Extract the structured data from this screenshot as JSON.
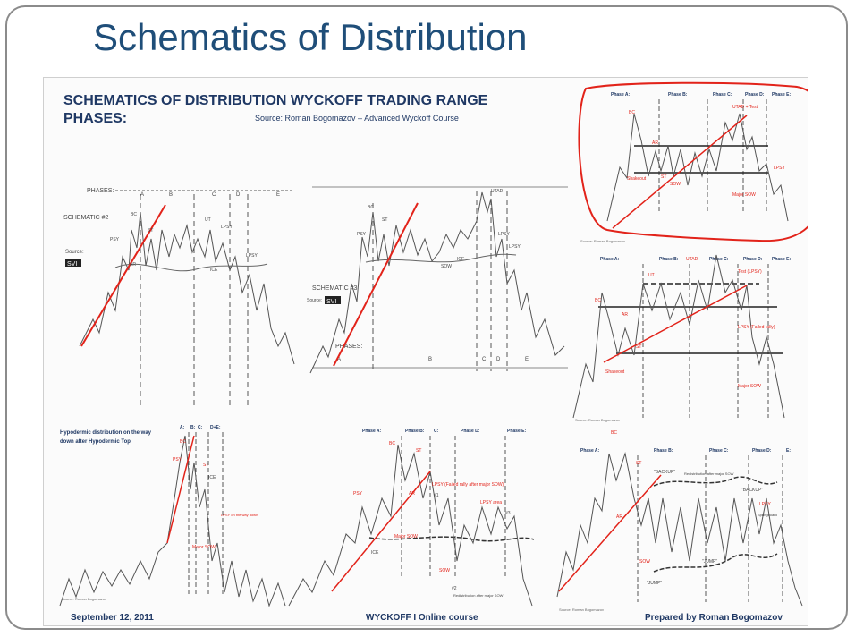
{
  "slide": {
    "title": "Schematics of Distribution"
  },
  "poster": {
    "heading_line1": "SCHEMATICS OF DISTRIBUTION WYCKOFF TRADING RANGE",
    "heading_line2": "PHASES:",
    "source": "Source: Roman Bogomazov – Advanced Wyckoff Course",
    "footer_left": "September 12, 2011",
    "footer_center": "WYCKOFF I Online course",
    "footer_right": "Prepared by Roman Bogomazov"
  },
  "panels": {
    "schematic2": {
      "title": "SCHEMATIC #2",
      "phases_label": "PHASES:",
      "phase_letters": [
        "A",
        "B",
        "C",
        "D",
        "E"
      ],
      "source": "Source:",
      "logo": "SVI",
      "labels": [
        "PSY",
        "BC",
        "AR",
        "ST",
        "UT",
        "LPSY",
        "ICE",
        "LPSY"
      ]
    },
    "schematic3": {
      "title": "SCHEMATIC #3",
      "phases_label": "PHASES:",
      "phase_letters": [
        "A",
        "B",
        "C",
        "D",
        "E"
      ],
      "source": "Source:",
      "logo": "SVI",
      "labels": [
        "PSY",
        "BC",
        "ST",
        "UTAD",
        "LPSY",
        "SOW",
        "ICE",
        "LPSY"
      ]
    },
    "top_right": {
      "phases": [
        "Phase A:",
        "Phase B:",
        "Phase C:",
        "Phase D:",
        "Phase E:"
      ],
      "labels": [
        "BC",
        "AR",
        "UTAD + Test",
        "Shakeout",
        "ST",
        "SOW",
        "Major SOW",
        "LPSY"
      ],
      "note": "Source: Roman Bogomazov"
    },
    "mid_right": {
      "phases": [
        "Phase A:",
        "Phase B:",
        "Phase C:",
        "Phase D:",
        "Phase E:"
      ],
      "labels": [
        "BC",
        "AR",
        "UT",
        "UTAD",
        "ST",
        "Test (LPSY)",
        "LPSY (Failed rally)",
        "Shakeout",
        "Major SOW"
      ],
      "note": "Source: Roman Bogomazov"
    },
    "hypodermic": {
      "heading1": "Hypodermic distribution on the way",
      "heading2": "down after Hypodermic Top",
      "phases": [
        "A:",
        "B:",
        "C:",
        "D+E:"
      ],
      "labels": [
        "BC",
        "PSY",
        "ST",
        "ICE",
        "Major SOW",
        "LPSY on the way down"
      ],
      "note": "Source: Roman Bogomazov"
    },
    "bottom_center": {
      "phases": [
        "Phase A:",
        "Phase B:",
        "C:",
        "Phase D:",
        "Phase E:"
      ],
      "labels": [
        "BC",
        "ST",
        "PSY",
        "AR",
        "LPSY (Failed rally after major SOW)",
        "#1",
        "Major SOW",
        "ICE",
        "SOW",
        "LPSY area",
        "#3",
        "#2",
        "Redistribution after major SOW"
      ]
    },
    "bottom_right": {
      "phases": [
        "Phase A:",
        "Phase B:",
        "Phase C:",
        "Phase D:",
        "E:"
      ],
      "labels": [
        "BC",
        "ST",
        "AR",
        "\"BACKUP\"",
        "Redistribution after major SOW",
        "\"BACKUP\"",
        "LPSY",
        "Springboard",
        "SOW",
        "\"JUMP\"",
        "\"JUMP\""
      ],
      "note": "Source: Roman Bogomazov"
    }
  },
  "colors": {
    "title": "#1f4e79",
    "heading": "#1f3864",
    "accent": "#e2231a",
    "line": "#555555"
  }
}
